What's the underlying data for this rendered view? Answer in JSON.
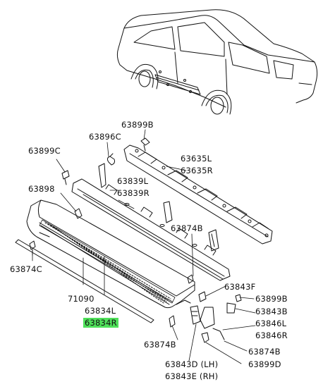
{
  "diagram": {
    "labels": {
      "p63899C": "63899C",
      "p63896C": "63896C",
      "p63899B_top": "63899B",
      "p63635L": "63635L",
      "p63635R": "63635R",
      "p63898": "63898",
      "p63839L": "63839L",
      "p63839R": "63839R",
      "p63874B_upper": "63874B",
      "p63874C": "63874C",
      "p63843F": "63843F",
      "p63899B_right": "63899B",
      "p63843B": "63843B",
      "p63846L": "63846L",
      "p63846R": "63846R",
      "p71090": "71090",
      "p63834L": "63834L",
      "p63834R": "63834R",
      "p63874B_lower": "63874B",
      "p63874B_right": "63874B",
      "p63843D": "63843D (LH)",
      "p63899D": "63899D",
      "p63843E": "63843E (RH)"
    },
    "highlight_color": "#4fe05a"
  }
}
